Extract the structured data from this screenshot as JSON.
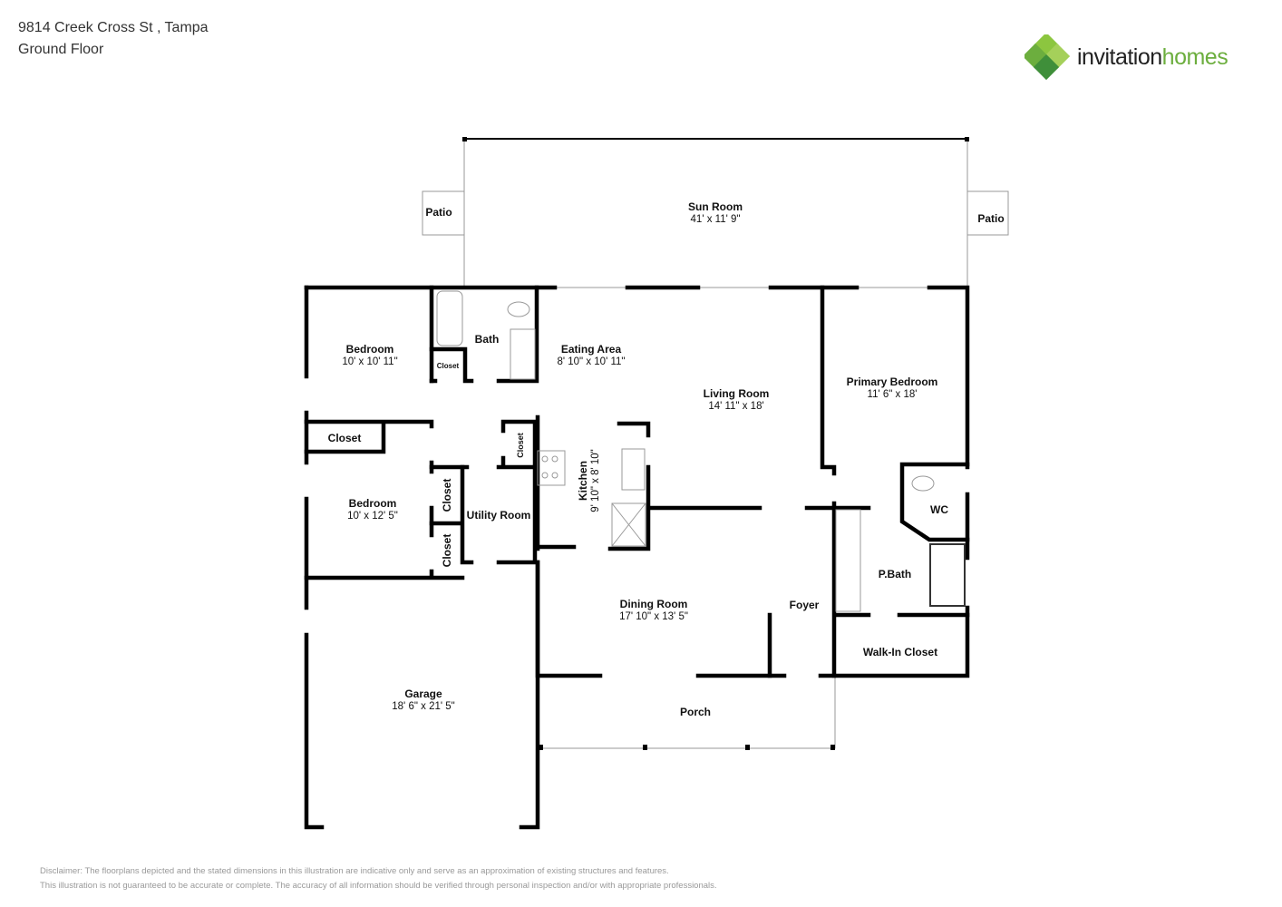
{
  "header": {
    "address": "9814 Creek Cross St , Tampa",
    "floor": "Ground Floor"
  },
  "logo": {
    "word1": "invitation",
    "word2": "homes",
    "colors": {
      "green": "#6cae3e",
      "dark_green": "#3f8f3a"
    }
  },
  "rooms": {
    "sun_room": {
      "name": "Sun Room",
      "dims": "41' x 11' 9\""
    },
    "patio_left": {
      "name": "Patio"
    },
    "patio_right": {
      "name": "Patio"
    },
    "bedroom1": {
      "name": "Bedroom",
      "dims": "10' x 10' 11\""
    },
    "bath": {
      "name": "Bath"
    },
    "bath_closet": {
      "name": "Closet"
    },
    "eating_area": {
      "name": "Eating Area",
      "dims": "8' 10\" x 10' 11\""
    },
    "living_room": {
      "name": "Living Room",
      "dims": "14' 11\" x 18'"
    },
    "primary_bedroom": {
      "name": "Primary Bedroom",
      "dims": "11' 6\" x 18'"
    },
    "closet_hall": {
      "name": "Closet"
    },
    "closet_kitchen": {
      "name": "Closet"
    },
    "kitchen": {
      "name": "Kitchen",
      "dims": "9' 10\" x 8' 10\""
    },
    "bedroom2": {
      "name": "Bedroom",
      "dims": "10' x 12' 5\""
    },
    "closet_b2a": {
      "name": "Closet"
    },
    "closet_b2b": {
      "name": "Closet"
    },
    "utility_room": {
      "name": "Utility Room"
    },
    "wc": {
      "name": "WC"
    },
    "pbath": {
      "name": "P.Bath"
    },
    "dining_room": {
      "name": "Dining Room",
      "dims": "17' 10\" x 13' 5\""
    },
    "foyer": {
      "name": "Foyer"
    },
    "walk_in_closet": {
      "name": "Walk-In Closet"
    },
    "garage": {
      "name": "Garage",
      "dims": "18' 6\" x 21' 5\""
    },
    "porch": {
      "name": "Porch"
    }
  },
  "disclaimer": {
    "line1": "Disclaimer: The floorplans depicted and the stated dimensions in this illustration are indicative only and serve as an approximation of existing structures and features.",
    "line2": "This illustration is not guaranteed to be accurate or complete. The accuracy of all information should be verified through personal inspection and/or with appropriate professionals."
  }
}
